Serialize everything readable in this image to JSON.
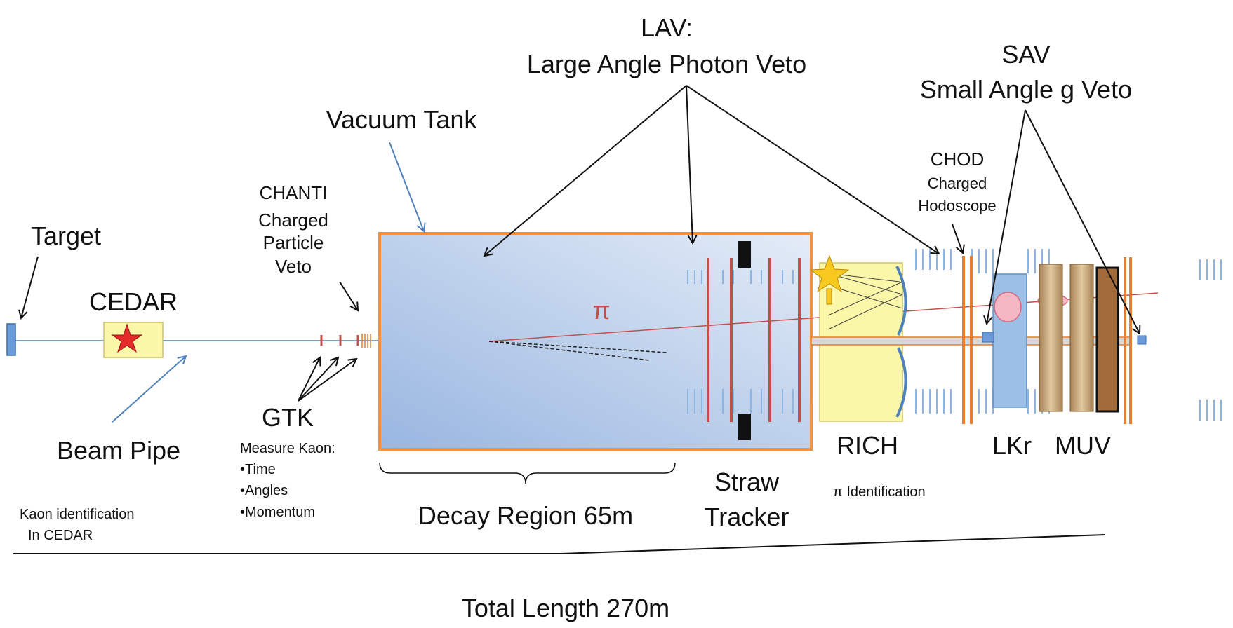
{
  "labels": {
    "lav_title": "LAV:",
    "lav_sub": "Large Angle Photon Veto",
    "sav_title": "SAV",
    "sav_sub": "Small Angle g Veto",
    "vacuum_tank": "Vacuum Tank",
    "chod_title": "CHOD",
    "chod_sub1": "Charged",
    "chod_sub2": "Hodoscope",
    "chanti_1": "CHANTI",
    "chanti_2": "Charged",
    "chanti_3": "Particle",
    "chanti_4": "Veto",
    "target": "Target",
    "cedar": "CEDAR",
    "pion": "π",
    "gtk": "GTK",
    "gtk_measure": "Measure Kaon:",
    "gtk_time": "•Time",
    "gtk_angles": "•Angles",
    "gtk_momentum": "•Momentum",
    "beam_pipe": "Beam Pipe",
    "kaon_id_1": "Kaon identification",
    "kaon_id_2": "In CEDAR",
    "decay_region": "Decay Region 65m",
    "straw_1": "Straw",
    "straw_2": "Tracker",
    "rich": "RICH",
    "pi_identification": "π Identification",
    "lkr": "LKr",
    "muv": "MUV",
    "total_length": "Total Length 270m"
  },
  "colors": {
    "tank_border": "#f4913f",
    "tank_fill_light": "#dbe6f4",
    "tank_fill_dark": "#9fbce4",
    "straw_plane": "#c0504d",
    "rich_fill": "#fbf7a8",
    "lkr_fill": "#9cbfe6",
    "muv_fill": "#c9a87a",
    "chod_plane": "#e97c2c",
    "beam_line": "#4f81bd",
    "pion_track": "#c0504d",
    "lav_ticks": "#8eb4e3"
  }
}
